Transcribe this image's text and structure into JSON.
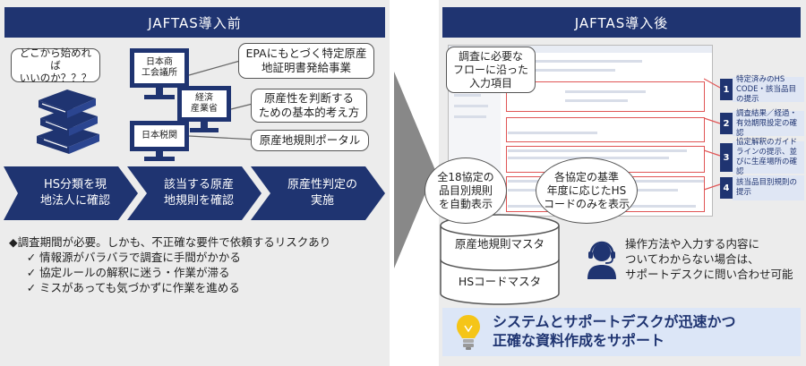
{
  "colors": {
    "navy": "#1f3471",
    "panel_gray": "#ececec",
    "highlight": "#dce6f7",
    "alert_red": "#e05555",
    "bulb_yellow": "#f5c518"
  },
  "before": {
    "title": "JAFTAS導入前",
    "question_callout": "どこから始めれば\nいいのか？？？",
    "icon_books": "books-icon",
    "monitors": [
      {
        "label": "日本商\n工会議所",
        "callout": "EPAにもとづく特定原産\n地証明書発給事業"
      },
      {
        "label": "経済\n産業省",
        "callout": "原産性を判断する\nための基本的考え方"
      },
      {
        "label": "日本税関",
        "callout": "原産地規則ポータル"
      }
    ],
    "steps": [
      "HS分類を現\n地法人に確認",
      "該当する原産\n地規則を確認",
      "原産性判定の\n実施"
    ],
    "issues_heading": "◆調査期間が必要。しかも、不正確な要件で依頼するリスクあり",
    "check_mark": "✓",
    "issues": [
      "情報源がバラバラで調査に手間がかかる",
      "協定ルールの解釈に迷う・作業が滞る",
      "ミスがあっても気づかずに作業を進める"
    ]
  },
  "after": {
    "title": "JAFTAS導入後",
    "callout_flow": "調査に必要な\nフローに沿った\n入力項目",
    "screen_steps": [
      {
        "num": "1",
        "text": "特定済みのHS CODE・該当品目の提示"
      },
      {
        "num": "2",
        "text": "調査結果／経過・有効期限設定の確認"
      },
      {
        "num": "3",
        "text": "協定解釈のガイドラインの提示、並びに生産場所の確認"
      },
      {
        "num": "4",
        "text": "該当品目別規則の提示"
      }
    ],
    "bubble_left": "全18協定の\n品目別規則\nを自動表示",
    "bubble_right": "各協定の基準\n年度に応じたHS\nコードのみを表示",
    "db_top": "原産地規則マスタ",
    "db_bottom": "HSコードマスタ",
    "icon_support": "headset-operator-icon",
    "support_text": "操作方法や入力する内容に\nついてわからない場合は、\nサポートデスクに問い合わせ可能",
    "icon_bulb": "lightbulb-icon",
    "highlight": "システムとサポートデスクが迅速かつ\n正確な資料作成をサポート"
  }
}
